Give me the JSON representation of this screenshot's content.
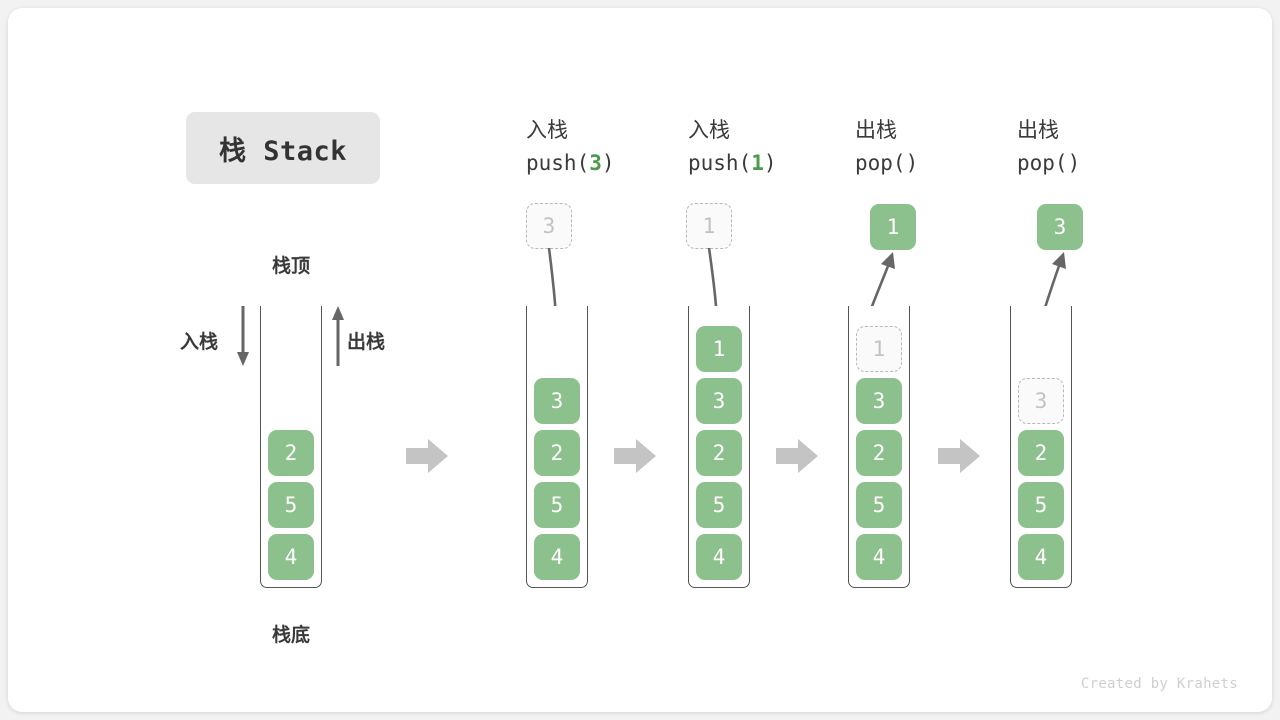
{
  "title": {
    "text": "栈 Stack"
  },
  "captions": {
    "top": "栈顶",
    "bottom": "栈底"
  },
  "side_labels": {
    "push": "入栈",
    "pop": "出栈"
  },
  "credit": "Created by Krahets",
  "colors": {
    "element": "#8cc08c",
    "element_text": "#ffffff",
    "ghost_border": "#b9b9b9",
    "ghost_text": "#c2c2c2",
    "arrow": "#666666",
    "separator": "#c4c4c4",
    "badge_bg": "#e6e6e6",
    "accent_arg": "#4c9a4c",
    "tube_wall": "#555555",
    "card_bg": "#ffffff",
    "page_bg": "#f2f2f2"
  },
  "chart_data": {
    "type": "diagram",
    "title": "栈 Stack",
    "description": "Stack push and pop operation sequence",
    "steps": [
      {
        "id": "initial",
        "label_cn": "",
        "label_code": "",
        "stack_top_to_bottom": [
          "2",
          "5",
          "4"
        ],
        "floating": null,
        "ghost": null
      },
      {
        "id": "push-3",
        "label_cn": "入栈",
        "label_code": "push(",
        "label_arg": "3",
        "label_code_end": ")",
        "stack_top_to_bottom": [
          "3",
          "2",
          "5",
          "4"
        ],
        "floating": {
          "value": "3",
          "style": "ghost",
          "position": "above"
        },
        "arrow": "down-into-stack"
      },
      {
        "id": "push-1",
        "label_cn": "入栈",
        "label_code": "push(",
        "label_arg": "1",
        "label_code_end": ")",
        "stack_top_to_bottom": [
          "1",
          "3",
          "2",
          "5",
          "4"
        ],
        "floating": {
          "value": "1",
          "style": "ghost",
          "position": "above"
        },
        "arrow": "down-into-stack"
      },
      {
        "id": "pop-1",
        "label_cn": "出栈",
        "label_code": "pop(",
        "label_arg": "",
        "label_code_end": ")",
        "stack_top_to_bottom": [
          "3",
          "2",
          "5",
          "4"
        ],
        "ghost_slot": {
          "value": "1",
          "index": 0
        },
        "floating": {
          "value": "1",
          "style": "solid",
          "position": "above"
        },
        "arrow": "up-out-of-stack"
      },
      {
        "id": "pop-3",
        "label_cn": "出栈",
        "label_code": "pop(",
        "label_arg": "",
        "label_code_end": ")",
        "stack_top_to_bottom": [
          "2",
          "5",
          "4"
        ],
        "ghost_slot": {
          "value": "3",
          "index": 0
        },
        "floating": {
          "value": "3",
          "style": "solid",
          "position": "above"
        },
        "arrow": "up-out-of-stack"
      }
    ],
    "separators": 4
  }
}
